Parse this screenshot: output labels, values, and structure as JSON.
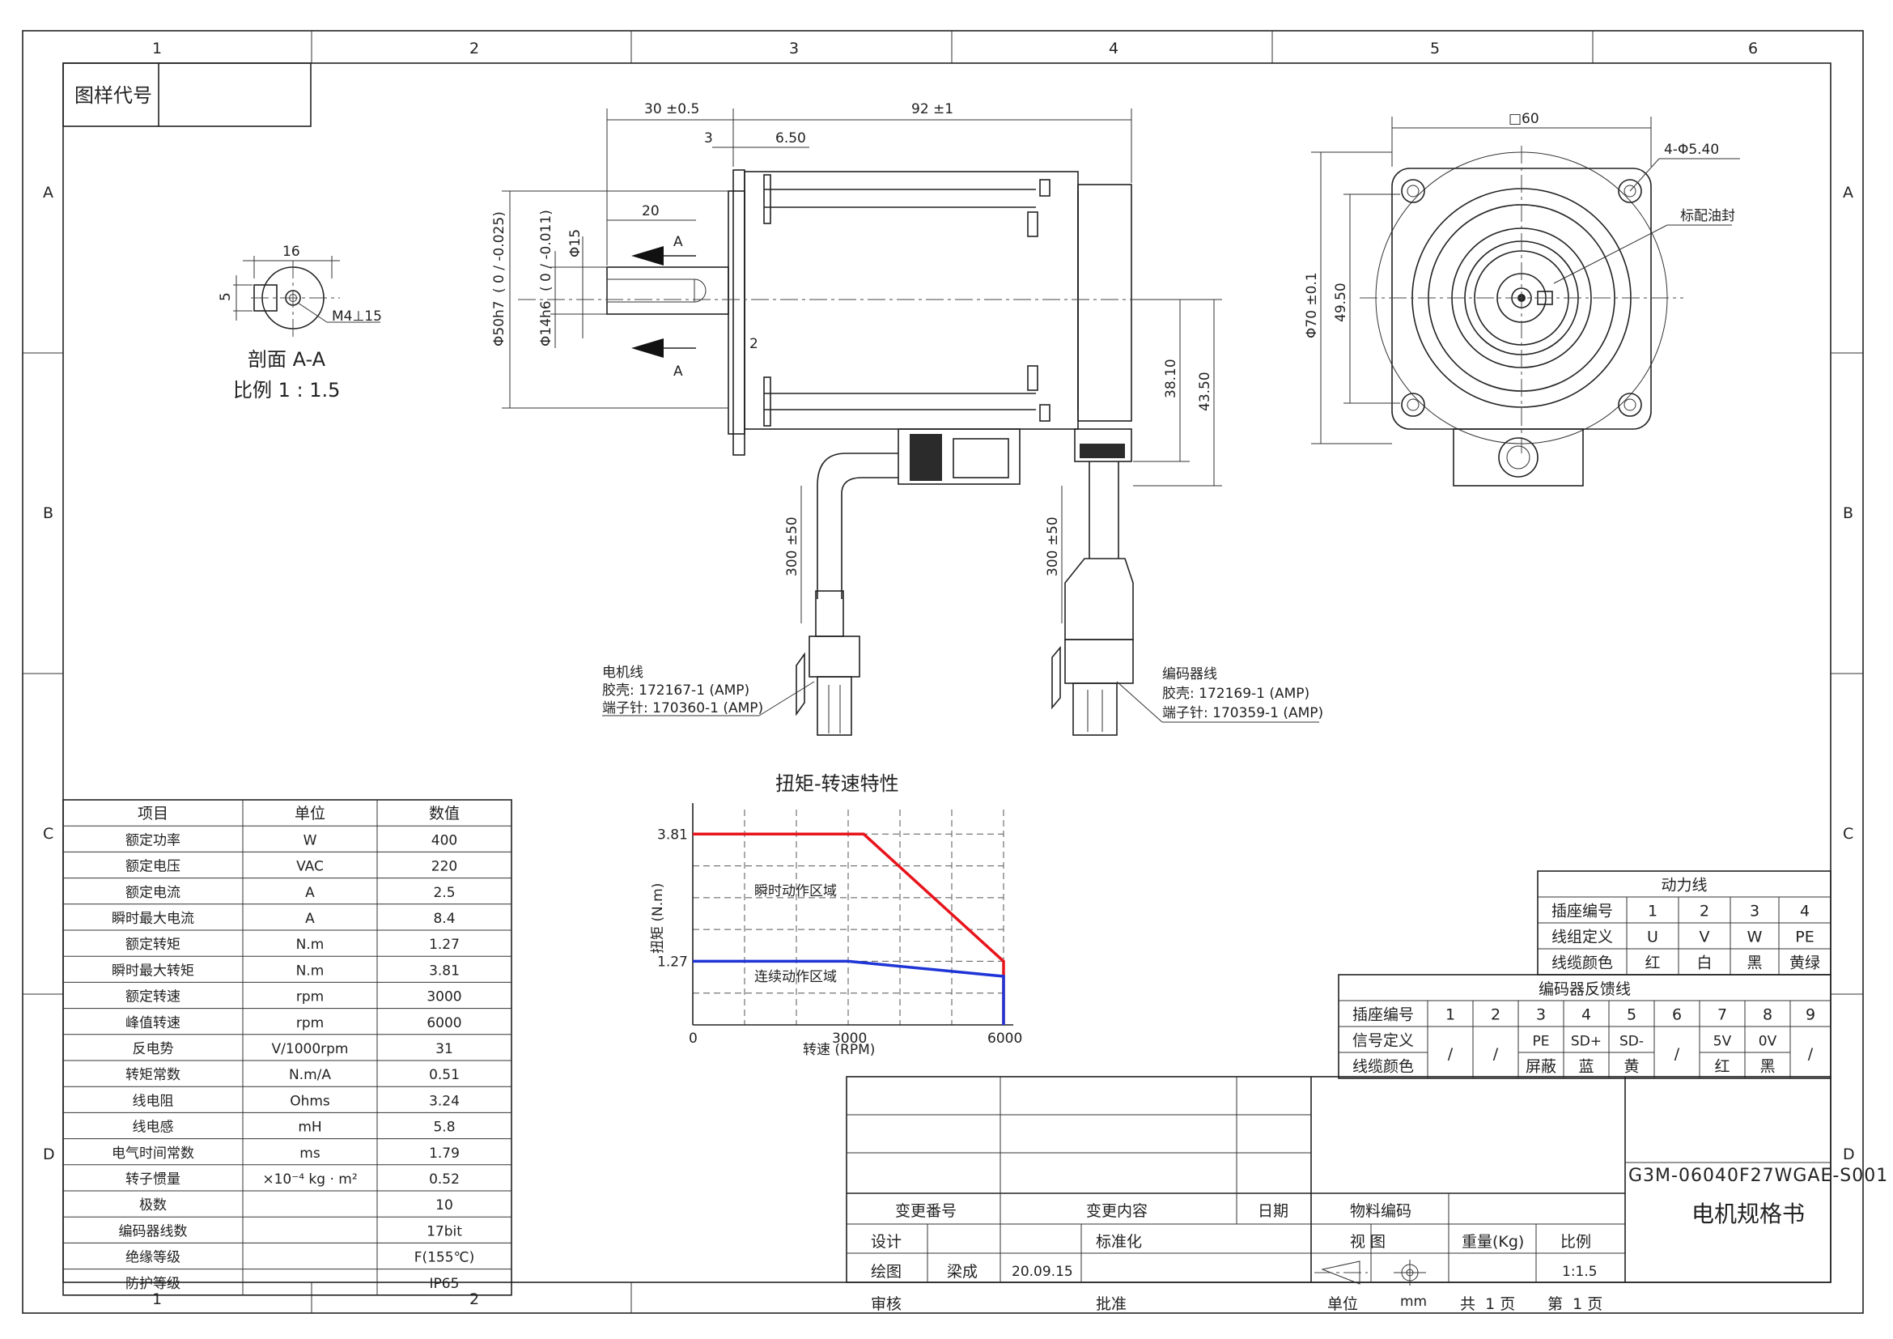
{
  "frame": {
    "cols": [
      "1",
      "2",
      "3",
      "4",
      "5",
      "6"
    ],
    "rows": [
      "A",
      "B",
      "C",
      "D"
    ],
    "drawing_code_label": "图样代号"
  },
  "section": {
    "dim_width": "16",
    "dim_height": "5",
    "thread": "M4⊥15",
    "title": "剖面 A-A",
    "scale": "比例 1 : 1.5"
  },
  "side_view": {
    "dims": {
      "shaft_len": "30 ±0.5",
      "body_len": "92 ±1",
      "flange_gap": "3",
      "flange_thk": "6.50",
      "key_len": "20",
      "shaft_dia": "Φ15",
      "spigot": "Φ50h7",
      "spigot_tol": "( 0 / -0.025)",
      "shaft_fit": "Φ14h6",
      "shaft_tol": "( 0 / -0.011)",
      "key_offset": "2",
      "sec_mark": "A",
      "height1": "38.10",
      "height2": "43.50",
      "cable1": "300 ±50",
      "cable2": "300 ±50"
    },
    "motor_cable": [
      "电机线",
      "胶壳: 172167-1 (AMP)",
      "端子针: 170360-1 (AMP)"
    ],
    "encoder_cable": [
      "编码器线",
      "胶壳: 172169-1 (AMP)",
      "端子针: 170359-1 (AMP)"
    ]
  },
  "front_view": {
    "square": "□60",
    "holes": "4-Φ5.40",
    "seal": "标配油封",
    "pcd": "Φ70 ±0.1",
    "inner": "49.50"
  },
  "chart_data": {
    "type": "line",
    "title": "扭矩-转速特性",
    "xlabel": "转速 (RPM)",
    "ylabel": "扭矩 (N.m)",
    "x_ticks": [
      "0",
      "3000",
      "6000"
    ],
    "y_ticks": [
      "3.81",
      "1.27"
    ],
    "xlim": [
      0,
      6000
    ],
    "ylim": [
      0,
      4.3
    ],
    "grid": true,
    "series": [
      {
        "color": "#e8141c",
        "x": [
          0,
          3300,
          6000,
          6000
        ],
        "y": [
          3.81,
          3.81,
          1.27,
          0
        ]
      },
      {
        "color": "#1f35d6",
        "x": [
          0,
          3000,
          6000,
          6000
        ],
        "y": [
          1.27,
          1.27,
          0.97,
          0
        ]
      }
    ],
    "annotations": [
      "瞬时动作区域",
      "连续动作区域"
    ]
  },
  "spec_table": {
    "headers": [
      "项目",
      "单位",
      "数值"
    ],
    "rows": [
      [
        "额定功率",
        "W",
        "400"
      ],
      [
        "额定电压",
        "VAC",
        "220"
      ],
      [
        "额定电流",
        "A",
        "2.5"
      ],
      [
        "瞬时最大电流",
        "A",
        "8.4"
      ],
      [
        "额定转矩",
        "N.m",
        "1.27"
      ],
      [
        "瞬时最大转矩",
        "N.m",
        "3.81"
      ],
      [
        "额定转速",
        "rpm",
        "3000"
      ],
      [
        "峰值转速",
        "rpm",
        "6000"
      ],
      [
        "反电势",
        "V/1000rpm",
        "31"
      ],
      [
        "转矩常数",
        "N.m/A",
        "0.51"
      ],
      [
        "线电阻",
        "Ohms",
        "3.24"
      ],
      [
        "线电感",
        "mH",
        "5.8"
      ],
      [
        "电气时间常数",
        "ms",
        "1.79"
      ],
      [
        "转子惯量",
        "×10⁻⁴ kg · m²",
        "0.52"
      ],
      [
        "极数",
        "",
        "10"
      ],
      [
        "编码器线数",
        "",
        "17bit"
      ],
      [
        "绝缘等级",
        "",
        "F(155℃)"
      ],
      [
        "防护等级",
        "",
        "IP65"
      ]
    ]
  },
  "power_table": {
    "title": "动力线",
    "rows": [
      [
        "插座编号",
        "1",
        "2",
        "3",
        "4"
      ],
      [
        "线组定义",
        "U",
        "V",
        "W",
        "PE"
      ],
      [
        "线缆颜色",
        "红",
        "白",
        "黑",
        "黄绿"
      ]
    ]
  },
  "encoder_table": {
    "title": "编码器反馈线",
    "header": [
      "插座编号",
      "1",
      "2",
      "3",
      "4",
      "5",
      "6",
      "7",
      "8",
      "9"
    ],
    "signal_label": "信号定义",
    "color_label": "线缆颜色",
    "signal": {
      "1": "/",
      "2": "/",
      "3": "PE",
      "4": "SD+",
      "5": "SD-",
      "6": "/",
      "7": "5V",
      "8": "0V",
      "9": "/"
    },
    "color": {
      "3": "屏蔽",
      "4": "蓝",
      "5": "黄",
      "7": "红",
      "8": "黑"
    }
  },
  "title_block": {
    "change_no": "变更番号",
    "change_content": "变更内容",
    "date": "日期",
    "material_code": "物料编码",
    "design": "设计",
    "standard": "标准化",
    "draw": "绘图",
    "drawer": "梁成",
    "draw_date": "20.09.15",
    "review": "审核",
    "approve": "批准",
    "view": "视  图",
    "weight": "重量(Kg)",
    "ratio": "比例",
    "ratio_val": "1:1.5",
    "unit": "单位",
    "unit_val": "mm",
    "total_pages": "共  1 页",
    "page_no": "第  1 页",
    "model": "G3M-06040F27WGAE-S001",
    "doc_title": "电机规格书"
  }
}
